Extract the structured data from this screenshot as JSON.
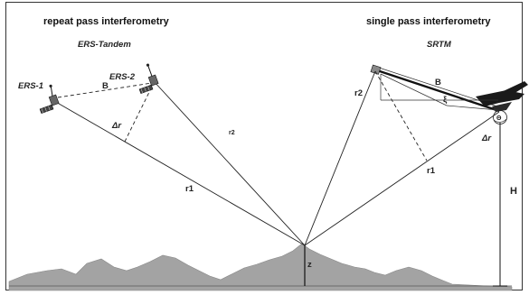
{
  "left_panel": {
    "title": "repeat pass interferometry",
    "subtitle": "ERS-Tandem",
    "satellite_1_label": "ERS-1",
    "satellite_2_label": "ERS-2",
    "baseline_label": "B",
    "range_2_label": "r2",
    "range_difference_label": "Δr",
    "range_1_label": "r1"
  },
  "right_panel": {
    "title": "single pass interferometry",
    "subtitle": "SRTM",
    "baseline_label": "B",
    "baseline_angle_label": "ξ",
    "look_angle_label": "Θ",
    "range_2_label": "r2",
    "range_1_label": "r1",
    "range_difference_label": "Δr",
    "height_label": "H"
  },
  "terrain": {
    "elevation_label": "z"
  },
  "colors": {
    "terrain_fill": "#a3a3a3",
    "line": "#222222",
    "background": "#ffffff"
  }
}
